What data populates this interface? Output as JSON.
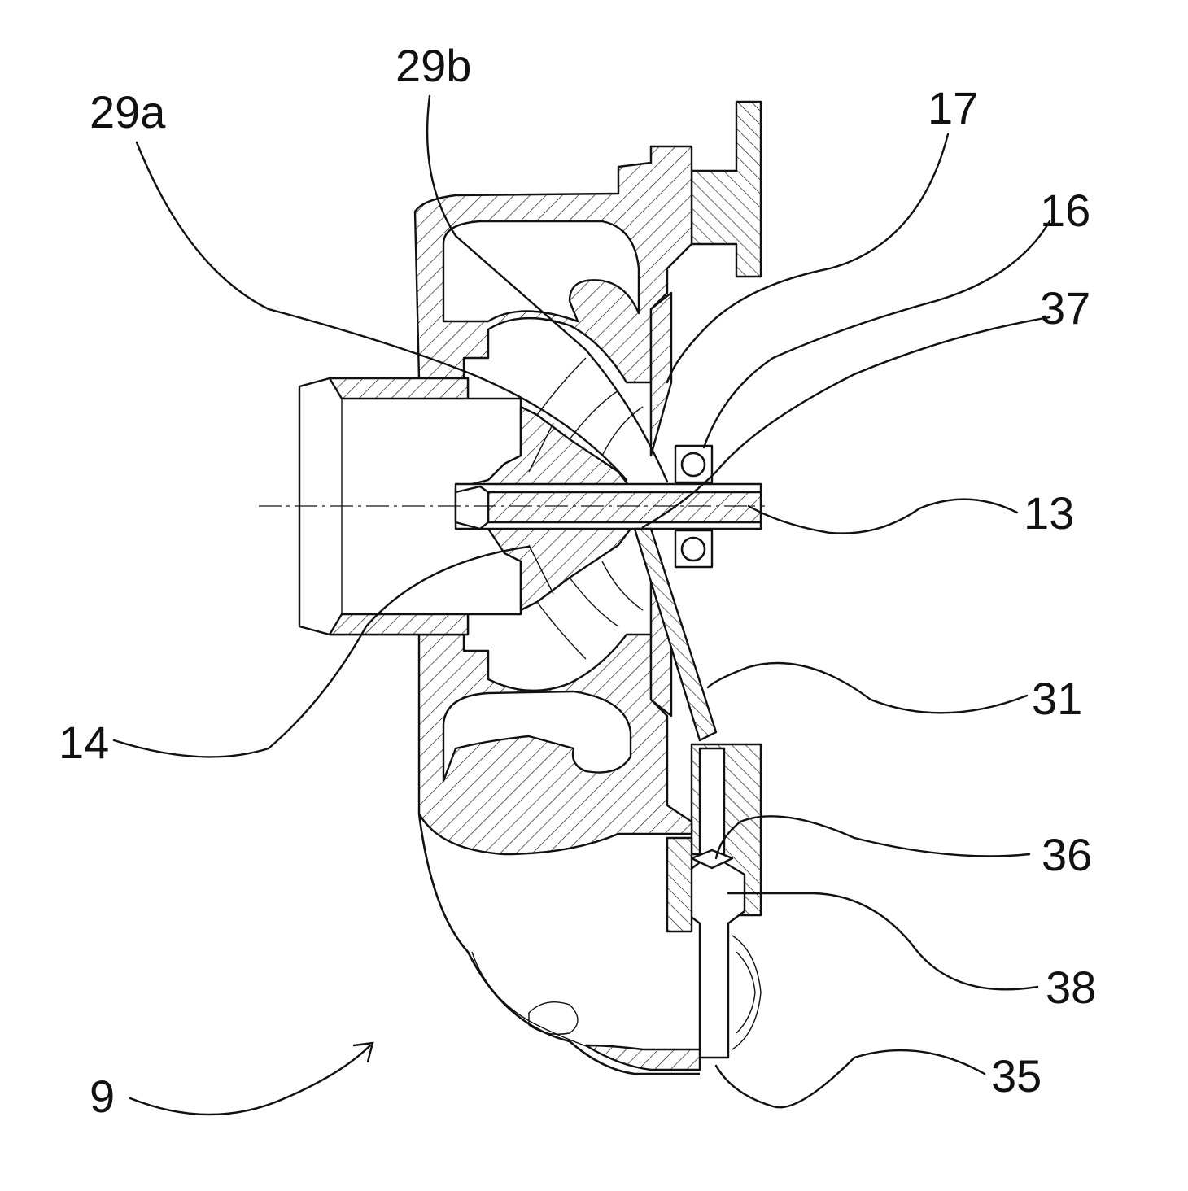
{
  "figure": {
    "reference_numerals": {
      "label_29a": "29a",
      "label_29b": "29b",
      "label_17": "17",
      "label_16": "16",
      "label_37": "37",
      "label_13": "13",
      "label_14": "14",
      "label_31": "31",
      "label_36": "36",
      "label_38": "38",
      "label_35": "35",
      "label_9": "9"
    }
  }
}
